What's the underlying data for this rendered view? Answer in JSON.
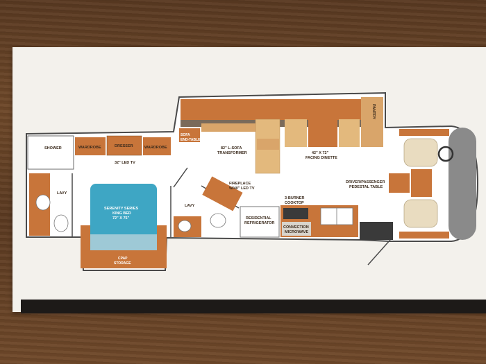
{
  "labels": {
    "shower": "SHOWER",
    "wardrobe_left": "WARDROBE",
    "dresser": "DRESSER",
    "wardrobe_right": "WARDROBE",
    "tv32": "32\" LED TV",
    "sofa_end_table": "SOFA END-TABLE",
    "lsofa": "82\" L-SOFA TRANSFORMER",
    "dinette": "42\" X 72\" FACING DINETTE",
    "pantry": "PANTRY",
    "lavy_left": "LAVY",
    "bed_line1": "SERENITY SERIES",
    "bed_line2": "KING BED",
    "bed_line3": "72\" X 75\"",
    "cpap_line1": "CPAP",
    "cpap_line2": "STORAGE",
    "lavy_mid": "LAVY",
    "fireplace_line1": "FIREPLACE",
    "fireplace_line2": "W/40\" LED TV",
    "fridge_line1": "RESIDENTIAL",
    "fridge_line2": "REFRIGERATOR",
    "cooktop_line1": "3-BURNER",
    "cooktop_line2": "COOKTOP",
    "microwave_line1": "CONVECTION",
    "microwave_line2": "MICROWAVE",
    "driver_line1": "DRIVER/PASSENGER",
    "driver_line2": "PEDESTAL TABLE"
  },
  "colors": {
    "wood": "#c8753a",
    "wood_light": "#d9a56a",
    "bed_blue": "#3ea6c4",
    "wall": "#4a4a4a",
    "seat": "#e9dcc0",
    "floor": "#ffffff"
  }
}
